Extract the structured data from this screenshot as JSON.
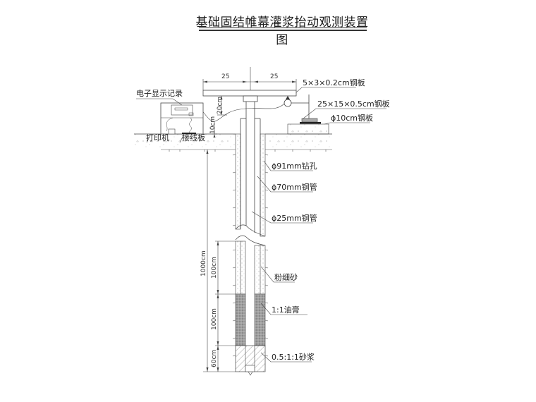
{
  "title": "基础固结帷幕灌浆抬动观测装置图",
  "dimensions": {
    "top_left_width": "25",
    "top_right_width": "25",
    "height_20cm": "20cm",
    "height_10cm": "10cm",
    "total_depth": "1000cm",
    "sand_section": "100cm",
    "grease_section": "100cm",
    "mortar_section": "60cm"
  },
  "labels": {
    "electronic_display": "电子显示记录",
    "printer": "打印机",
    "junction_board": "接线板",
    "steel_plate_small": "5×3×0.2cm钢板",
    "steel_plate_medium": "25×15×0.5cm钢板",
    "steel_plate_round": "ϕ10cm钢板",
    "borehole": "ϕ91mm钻孔",
    "steel_pipe_70": "ϕ70mm钢管",
    "steel_pipe_25": "ϕ25mm钢管",
    "fine_sand": "粉细砂",
    "grease": "1:1油膏",
    "mortar": "0.5:1:1砂浆"
  },
  "colors": {
    "line": "#333333",
    "hatch": "#888888",
    "fill_dark": "#9a9a9a"
  }
}
